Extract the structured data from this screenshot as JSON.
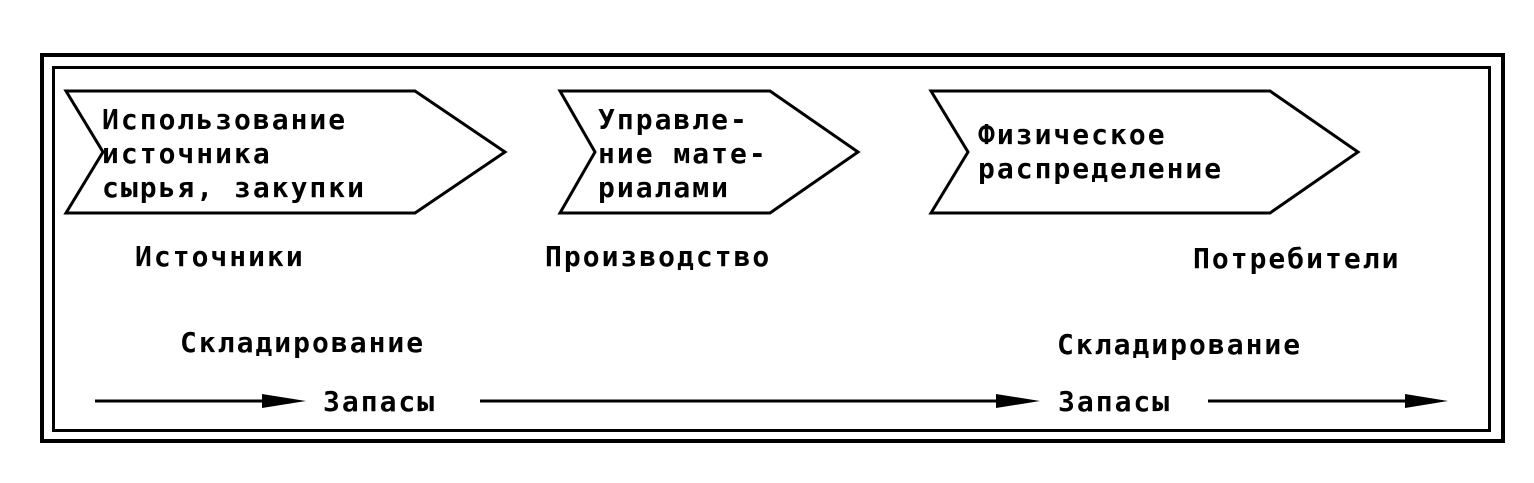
{
  "stages": [
    {
      "lines": [
        "Использование",
        "источника",
        "сырья, закупки"
      ]
    },
    {
      "lines": [
        "Управле-",
        "ние мате-",
        "риалами"
      ]
    },
    {
      "lines": [
        "Физическое",
        "распределение"
      ]
    }
  ],
  "nodes": {
    "sources": "Источники",
    "production": "Производство",
    "consumers": "Потребители"
  },
  "warehousing": {
    "left": "Складирование",
    "right": "Складирование"
  },
  "stocks": {
    "left": "Запасы",
    "right": "Запасы"
  }
}
